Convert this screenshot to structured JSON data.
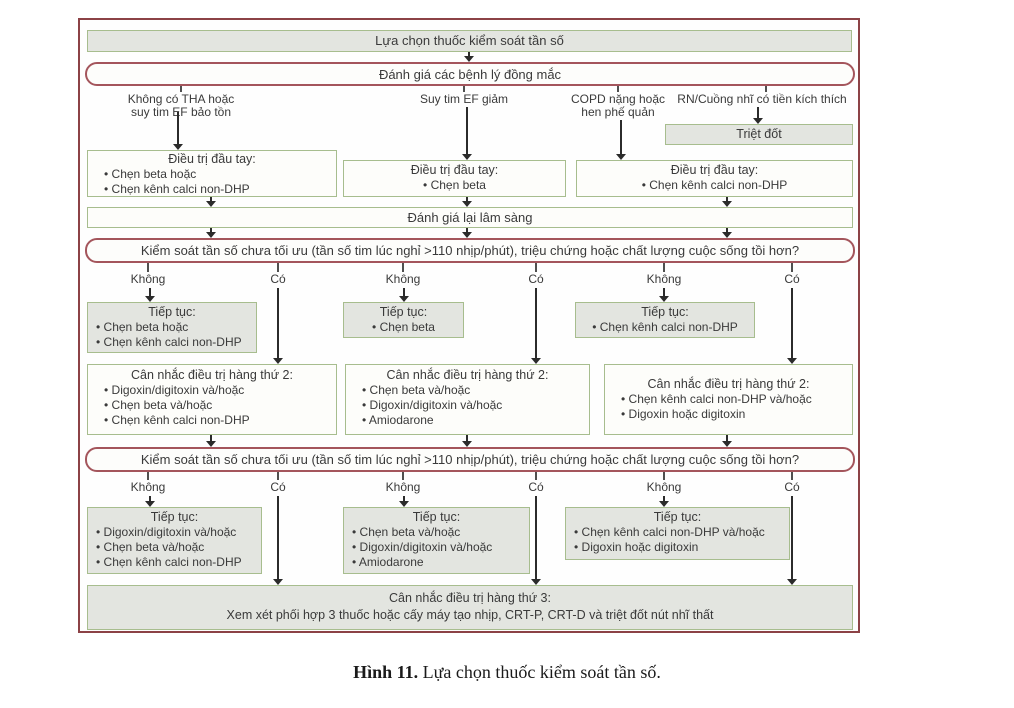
{
  "colors": {
    "frame_border": "#8c4246",
    "green_border": "#a7bd8e",
    "gray_fill": "#e3e5e0",
    "question_border": "#a4555c",
    "arrow": "#2b2b2b"
  },
  "flow": {
    "title": "Lựa chọn thuốc kiểm soát tần số",
    "assess": "Đánh giá các bệnh lý đồng mắc",
    "branches": [
      {
        "line1": "Không có THA hoặc",
        "line2": "suy tim EF bảo tồn"
      },
      {
        "line1": "Suy tim EF giảm"
      },
      {
        "line1": "COPD nặng hoặc",
        "line2": "hen phế quản"
      },
      {
        "line1": "RN/Cuồng nhĩ có tiền kích thích"
      }
    ],
    "ablation": "Triệt đốt",
    "first_line": [
      {
        "title": "Điều trị đầu tay:",
        "items": [
          "Chẹn beta hoặc",
          "Chẹn kênh calci non-DHP"
        ]
      },
      {
        "title": "Điều trị đầu tay:",
        "items": [
          "Chẹn beta"
        ]
      },
      {
        "title": "Điều trị đầu tay:",
        "items": [
          "Chẹn kênh calci non-DHP"
        ]
      }
    ],
    "reassess": "Đánh giá lại lâm sàng",
    "question": "Kiểm soát tần số chưa tối ưu (tần số tim lúc nghỉ >110 nhịp/phút), triệu chứng hoặc chất lượng cuộc sống tồi hơn?",
    "no_label": "Không",
    "yes_label": "Có",
    "continue1": [
      {
        "title": "Tiếp tục:",
        "items": [
          "Chẹn beta hoặc",
          "Chẹn kênh calci non-DHP"
        ]
      },
      {
        "title": "Tiếp tục:",
        "items": [
          "Chẹn beta"
        ]
      },
      {
        "title": "Tiếp tục:",
        "items": [
          "Chẹn kênh calci non-DHP"
        ]
      }
    ],
    "second_line": [
      {
        "title": "Cân nhắc điều trị hàng thứ 2:",
        "items": [
          "Digoxin/digitoxin và/hoặc",
          "Chẹn beta và/hoặc",
          "Chẹn kênh calci non-DHP"
        ]
      },
      {
        "title": "Cân nhắc điều trị hàng thứ 2:",
        "items": [
          "Chẹn beta và/hoặc",
          "Digoxin/digitoxin và/hoặc",
          "Amiodarone"
        ]
      },
      {
        "title": "Cân nhắc điều trị hàng thứ 2:",
        "items": [
          "Chẹn kênh calci non-DHP và/hoặc",
          "Digoxin hoặc digitoxin"
        ]
      }
    ],
    "continue2": [
      {
        "title": "Tiếp tục:",
        "items": [
          "Digoxin/digitoxin và/hoặc",
          "Chẹn beta và/hoặc",
          "Chẹn kênh calci non-DHP"
        ]
      },
      {
        "title": "Tiếp tục:",
        "items": [
          "Chẹn beta và/hoặc",
          "Digoxin/digitoxin và/hoặc",
          "Amiodarone"
        ]
      },
      {
        "title": "Tiếp tục:",
        "items": [
          "Chẹn kênh calci non-DHP và/hoặc",
          "Digoxin hoặc digitoxin"
        ]
      }
    ],
    "third_line": {
      "title": "Cân nhắc điều trị hàng thứ 3:",
      "text": "Xem xét phối hợp 3 thuốc hoặc cấy máy tạo nhịp, CRT-P, CRT-D và triệt đốt nút nhĩ thất"
    }
  },
  "caption": {
    "label": "Hình 11.",
    "text": " Lựa chọn thuốc kiểm soát tần số."
  }
}
